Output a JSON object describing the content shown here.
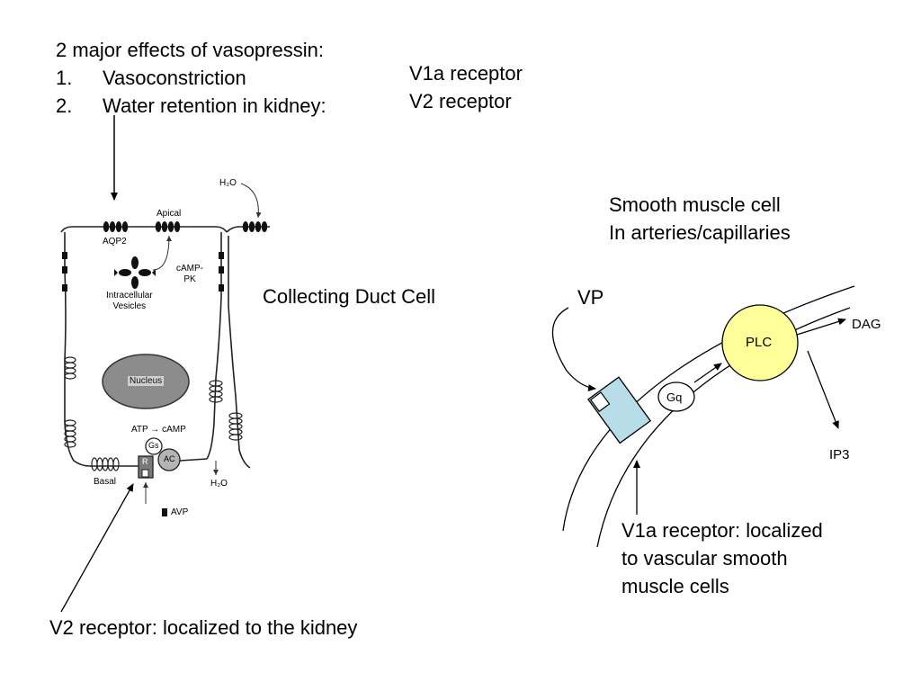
{
  "intro": {
    "heading": "2 major effects of vasopressin:",
    "items": [
      {
        "num": "1.",
        "text": "Vasoconstriction"
      },
      {
        "num": "2.",
        "text": "Water retention in kidney:"
      }
    ],
    "receptors": [
      "V1a receptor",
      "V2 receptor"
    ]
  },
  "kidney": {
    "caption": "Collecting Duct Cell",
    "labels": {
      "h2o_top": "H₂O",
      "apical": "Apical",
      "aqp2": "AQP2",
      "camp_pk": "cAMP-\nPK",
      "vesicles": "Intracellular\nVesicles",
      "nucleus": "Nucleus",
      "atp_camp": "ATP → cAMP",
      "gs": "Gs",
      "ac": "AC",
      "r": "R",
      "basal": "Basal",
      "h2o_bottom": "H₂O",
      "avp": "AVP"
    },
    "v2_note": "V2 receptor:  localized to the kidney"
  },
  "smooth_muscle": {
    "title_line1": "Smooth muscle cell",
    "title_line2": "In arteries/capillaries",
    "vp": "VP",
    "plc": "PLC",
    "gq": "Gq",
    "dag": "DAG",
    "ip3": "IP3",
    "note_lines": [
      "V1a receptor: localized",
      "to vascular smooth",
      "muscle cells"
    ]
  },
  "colors": {
    "plc_fill": "#ffff99",
    "receptor_fill": "#b7dde8",
    "nucleus_fill": "#8c8c8c"
  }
}
